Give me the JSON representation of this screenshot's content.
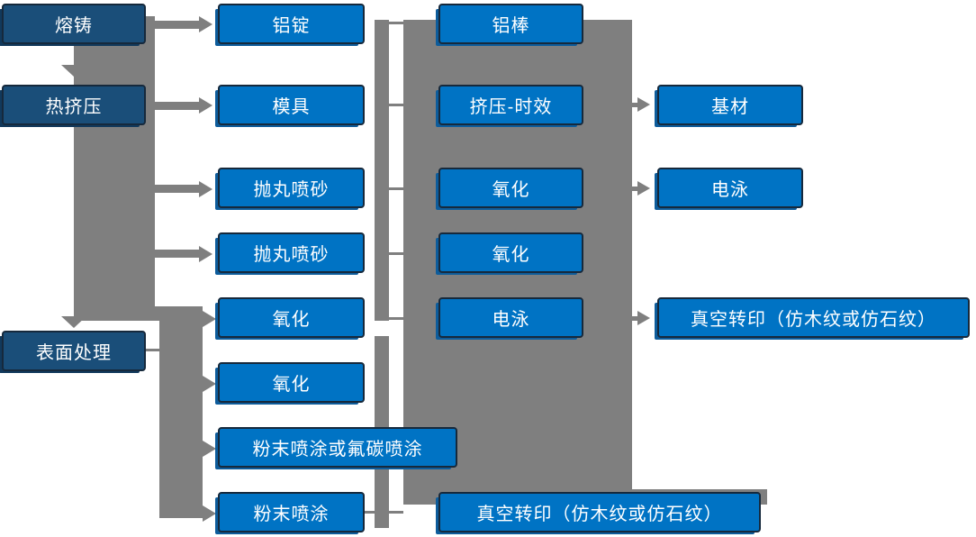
{
  "colors": {
    "stage_box": "#1a4e79",
    "process_box": "#0073c4",
    "connector_gray": "#7f7f7f",
    "box_border": "#16293c",
    "text": "#ffffff",
    "background": "#ffffff"
  },
  "flowchart": {
    "stages": [
      {
        "label": "熔铸"
      },
      {
        "label": "热挤压"
      },
      {
        "label": "表面处理"
      }
    ],
    "column2": [
      {
        "label": "铝锭"
      },
      {
        "label": "模具"
      },
      {
        "label": "抛丸喷砂"
      },
      {
        "label": "抛丸喷砂"
      },
      {
        "label": "氧化"
      },
      {
        "label": "氧化"
      },
      {
        "label": "粉末喷涂或氟碳喷涂"
      },
      {
        "label": "粉末喷涂"
      }
    ],
    "column3": [
      {
        "label": "铝棒"
      },
      {
        "label": "挤压-时效"
      },
      {
        "label": "氧化"
      },
      {
        "label": "氧化"
      },
      {
        "label": "电泳"
      },
      {
        "label": "真空转印（仿木纹或仿石纹）"
      }
    ],
    "column4": [
      {
        "label": "基材"
      },
      {
        "label": "电泳"
      },
      {
        "label": "真空转印（仿木纹或仿石纹）"
      }
    ],
    "connections": [
      "熔铸 → 热挤压",
      "热挤压 → 表面处理",
      "熔铸/热挤压 → 铝锭, 模具, 抛丸喷砂, 抛丸喷砂, 氧化",
      "表面处理 → 氧化, 粉末喷涂或氟碳喷涂, 粉末喷涂",
      "铝锭/模具/抛丸喷砂/氧化 — 铝棒, 挤压-时效, 氧化, 氧化, 电泳",
      "挤压-时效 → 基材",
      "氧化 → 电泳",
      "电泳 → 真空转印（仿木纹或仿石纹）",
      "粉末喷涂 — 真空转印（仿木纹或仿石纹）"
    ]
  }
}
